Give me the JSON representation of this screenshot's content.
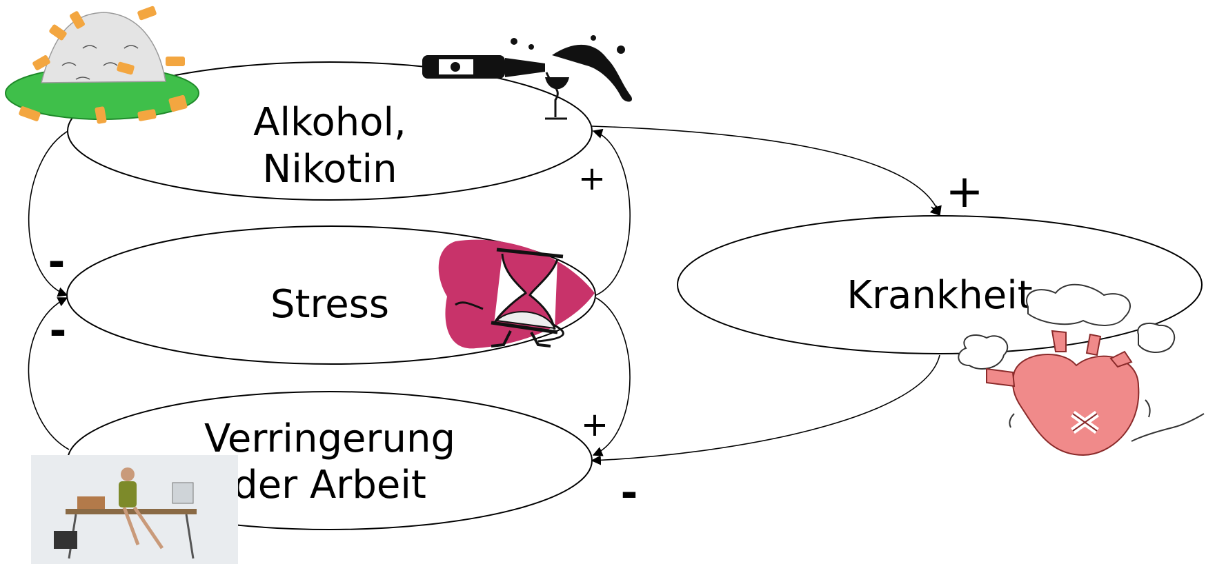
{
  "nodes": {
    "alkohol": {
      "line1": "Alkohol,",
      "line2": "Nikotin"
    },
    "stress": {
      "label": "Stress"
    },
    "arbeit": {
      "line1": "Verringerung",
      "line2": "der Arbeit"
    },
    "krankheit": {
      "label": "Krankheit"
    }
  },
  "edges": {
    "stress_to_alkohol": "+",
    "alkohol_to_krankheit": "+",
    "alkohol_to_stress": "-",
    "arbeit_to_stress": "-",
    "stress_to_arbeit": "+",
    "krankheit_to_arbeit": "-"
  },
  "icons": [
    "ashtray-icon",
    "wine-bottle-icon",
    "hourglass-icon",
    "broken-heart-icon",
    "office-worker-photo"
  ],
  "colors": {
    "hourglass_blob": "#c8336a",
    "ashtray_green": "#3fbf4a",
    "heart_pink": "#f08a8a",
    "cigarette_orange": "#f3a640"
  }
}
